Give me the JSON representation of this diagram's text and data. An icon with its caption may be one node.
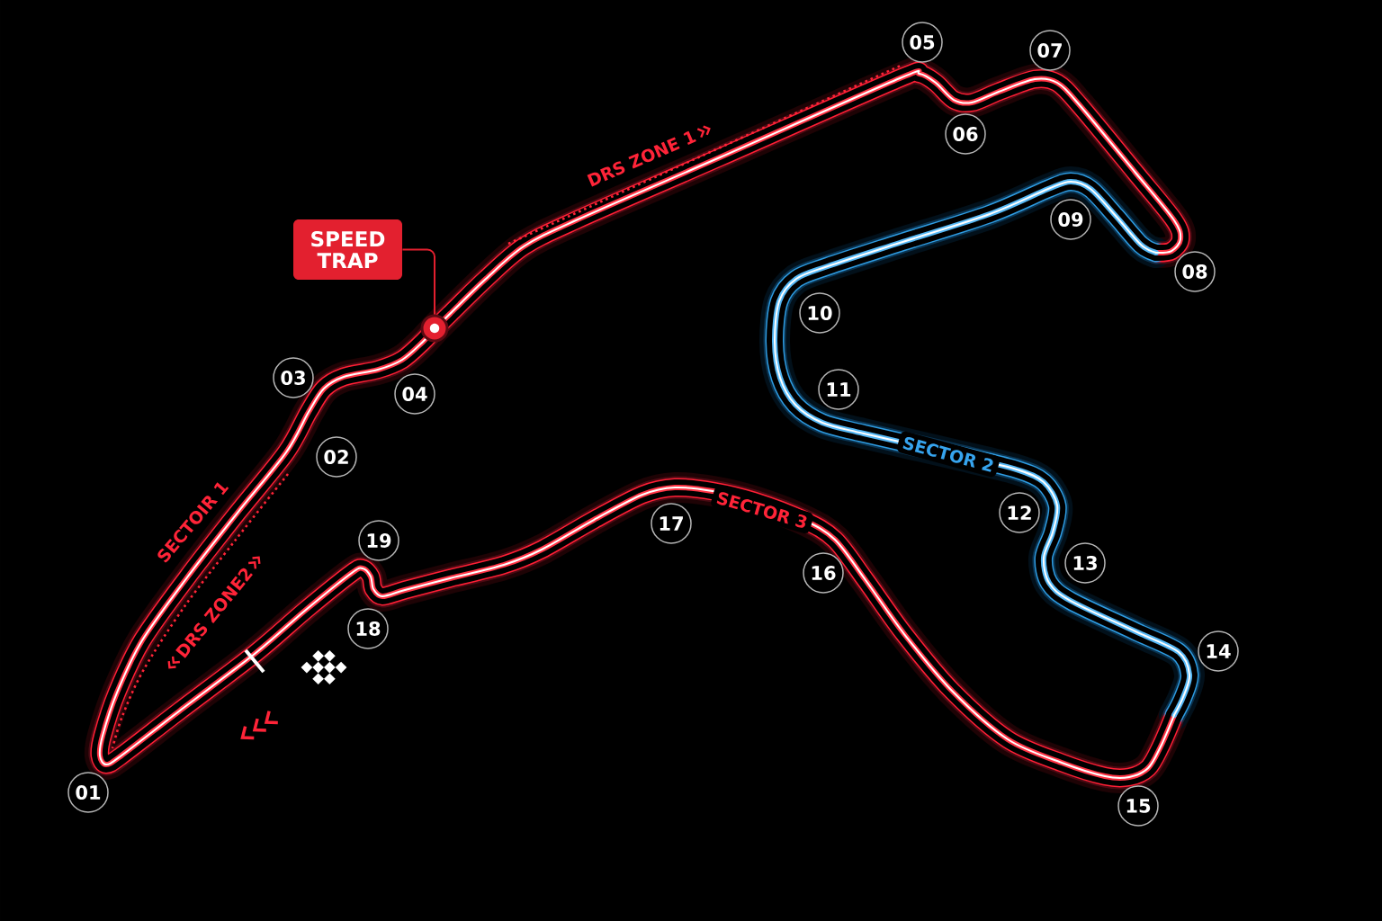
{
  "diagram": {
    "nodes": [
      {
        "text": [
          "01"
        ]
      },
      {
        "text": [
          "02"
        ]
      },
      {
        "text": [
          "03"
        ]
      },
      {
        "text": [
          "04"
        ]
      },
      {
        "text": [
          "05"
        ]
      },
      {
        "text": [
          "06"
        ]
      },
      {
        "text": [
          "07"
        ]
      },
      {
        "text": [
          "08"
        ]
      },
      {
        "text": [
          "09"
        ]
      },
      {
        "text": [
          "10"
        ]
      },
      {
        "text": [
          "11"
        ]
      },
      {
        "text": [
          "12"
        ]
      },
      {
        "text": [
          "13"
        ]
      },
      {
        "text": [
          "14"
        ]
      },
      {
        "text": [
          "15"
        ]
      },
      {
        "text": [
          "16"
        ]
      },
      {
        "text": [
          "17"
        ]
      },
      {
        "text": [
          "18"
        ]
      },
      {
        "text": [
          "19"
        ]
      },
      {
        "text": [
          "SPEED TRAP"
        ]
      },
      {
        "text": [],
        "shape": "circle"
      }
    ],
    "edges": [
      {
        "from": 19,
        "to": 20,
        "arrow": "none"
      }
    ],
    "labels": [
      "DRS ZONE 1",
      "SECTOR 2",
      "SECTOR 3",
      "SECTOIR 1",
      "DRS ZONE2"
    ]
  }
}
